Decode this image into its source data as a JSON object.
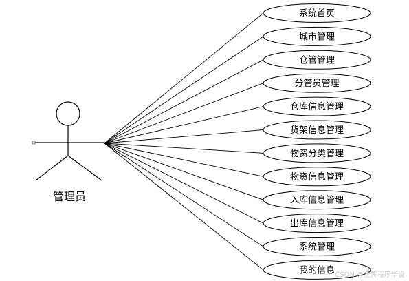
{
  "actor": {
    "label": "管理员"
  },
  "use_cases": [
    {
      "label": "系统首页"
    },
    {
      "label": "城市管理"
    },
    {
      "label": "仓管管理"
    },
    {
      "label": "分管员管理"
    },
    {
      "label": "仓库信息管理"
    },
    {
      "label": "货架信息管理"
    },
    {
      "label": "物资分类管理"
    },
    {
      "label": "物资信息管理"
    },
    {
      "label": "入库信息管理"
    },
    {
      "label": "出库信息管理"
    },
    {
      "label": "系统管理"
    },
    {
      "label": "我的信息"
    }
  ],
  "watermark": "CSDN @全传程序毕设"
}
